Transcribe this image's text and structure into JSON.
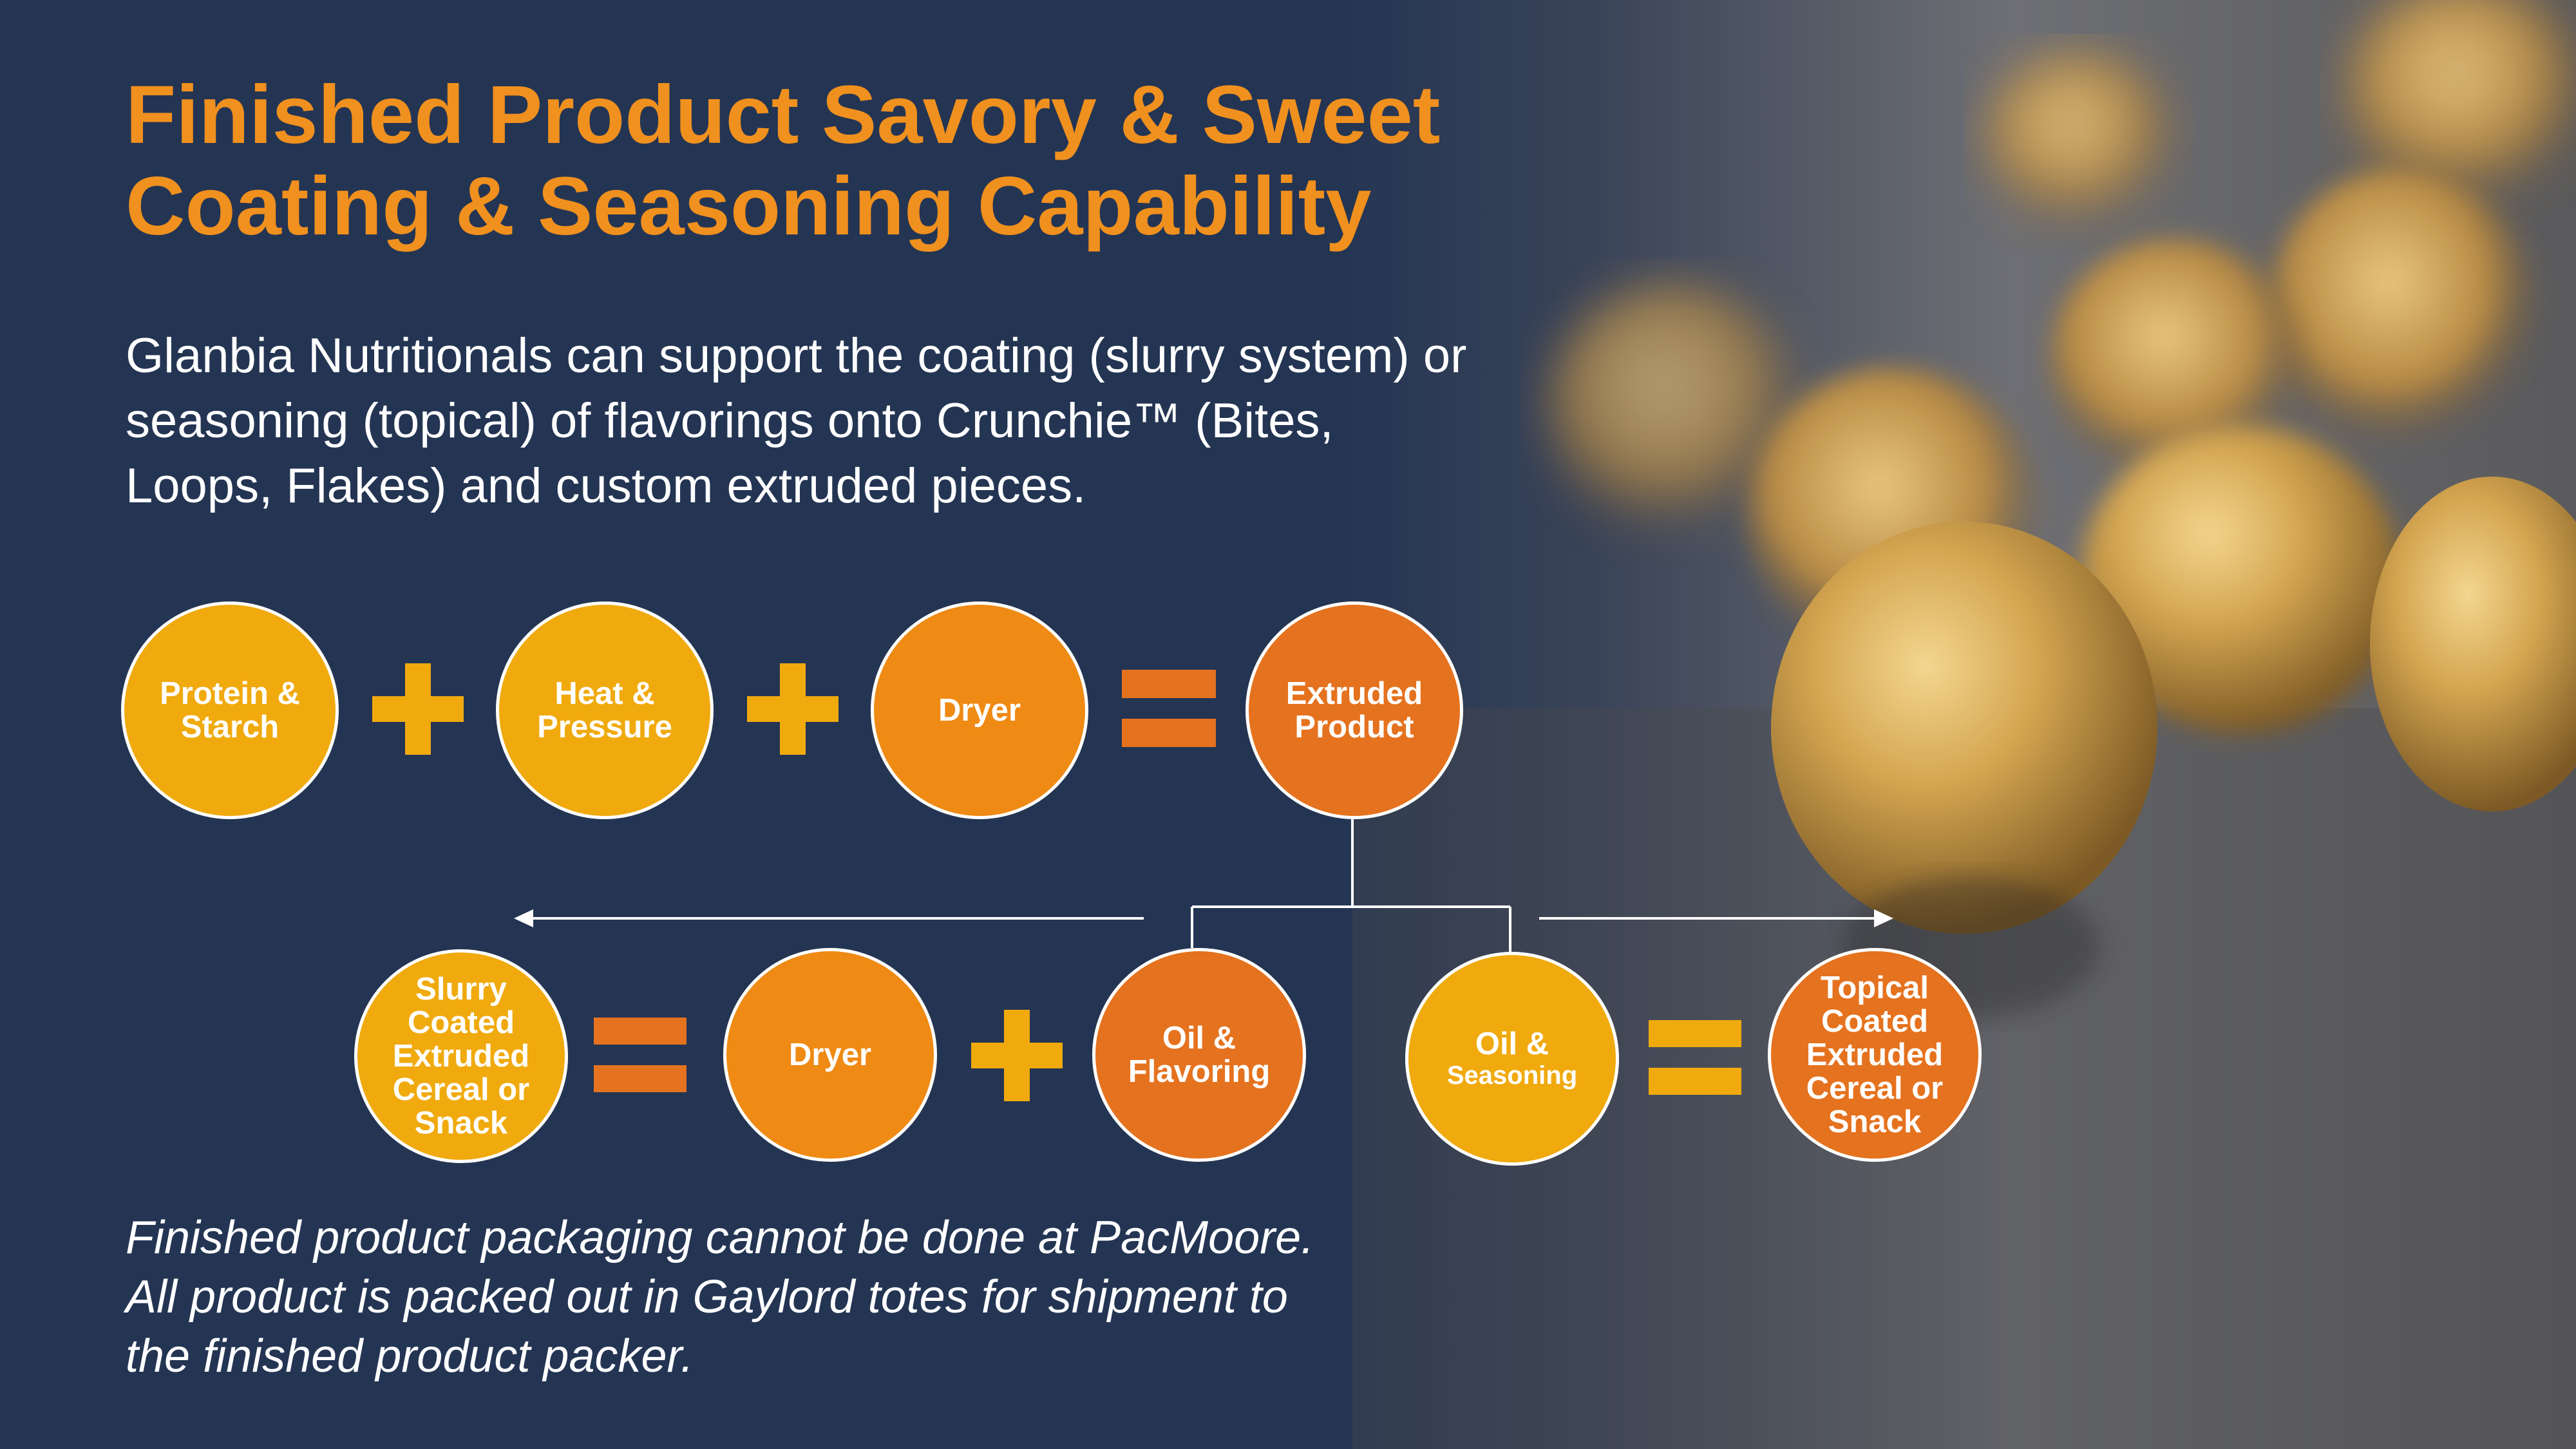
{
  "title": [
    "Finished Product Savory & Sweet",
    "Coating & Seasoning Capability"
  ],
  "intro": [
    "Glanbia Nutritionals can support the coating (slurry system) or",
    "seasoning (topical) of flavorings onto Crunchie™ (Bites,",
    "Loops, Flakes) and custom extruded pieces."
  ],
  "top_row": {
    "protein": "Protein & Starch",
    "heat": "Heat & Pressure",
    "dryer": "Dryer",
    "extruded": "Extruded Product"
  },
  "bottom_row": {
    "slurry_coated": "Slurry Coated Extruded Cereal or Snack",
    "dryer": "Dryer",
    "oil_flavoring": "Oil & Flavoring",
    "oil": "Oil &",
    "seasoning": "Seasoning",
    "topical_coated": "Topical Coated Extruded Cereal or Snack"
  },
  "footnote": [
    "Finished product packaging cannot be done at PacMoore.",
    "All product is packed out in Gaylord totes for shipment to",
    "the finished product packer."
  ],
  "colors": {
    "background": "#243553",
    "title": "#f0901e",
    "yellow_node": "#f0aa0e",
    "orange_node": "#ef8a14",
    "dark_orange_node": "#e5721e",
    "plus": "#f0aa0e",
    "equals": "#e5721e"
  }
}
